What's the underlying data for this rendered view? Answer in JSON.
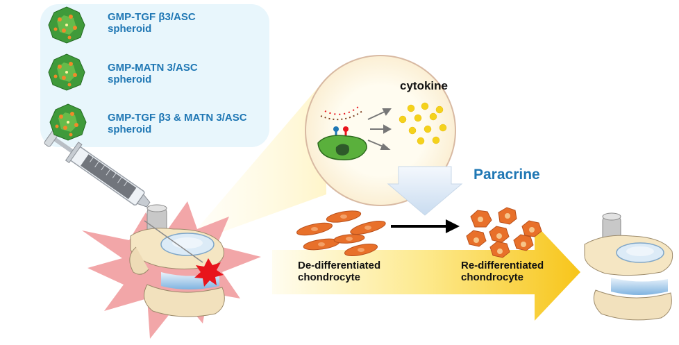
{
  "spheroids": [
    {
      "line1": "GMP-TGF β3/ASC",
      "line2": "spheroid"
    },
    {
      "line1": "GMP-MATN 3/ASC",
      "line2": "spheroid"
    },
    {
      "line1": "GMP-TGF β3 & MATN 3/ASC",
      "line2": "spheroid"
    }
  ],
  "cytokine_label": "cytokine",
  "paracrine_label": "Paracrine",
  "dediff": {
    "line1": "De-differentiated",
    "line2": "chondrocyte"
  },
  "rediff": {
    "line1": "Re-differentiated",
    "line2": "chondrocyte"
  },
  "colors": {
    "label_blue": "#1f77b4",
    "panel_bg": "#e8f6fc",
    "spheroid_green": "#3f9a3a",
    "cell_orange": "#e8702a",
    "cytokine_yellow": "#f4d21c",
    "burst_pink": "#f2a6a8",
    "injury_red": "#e8141c",
    "big_arrow_yellow": "#f7c51a",
    "cell_green": "#5ab03c"
  },
  "icons": [
    "syringe-icon",
    "spine-icon",
    "cell-icon",
    "spheroid-icon",
    "arrow-icon",
    "burst-icon"
  ]
}
